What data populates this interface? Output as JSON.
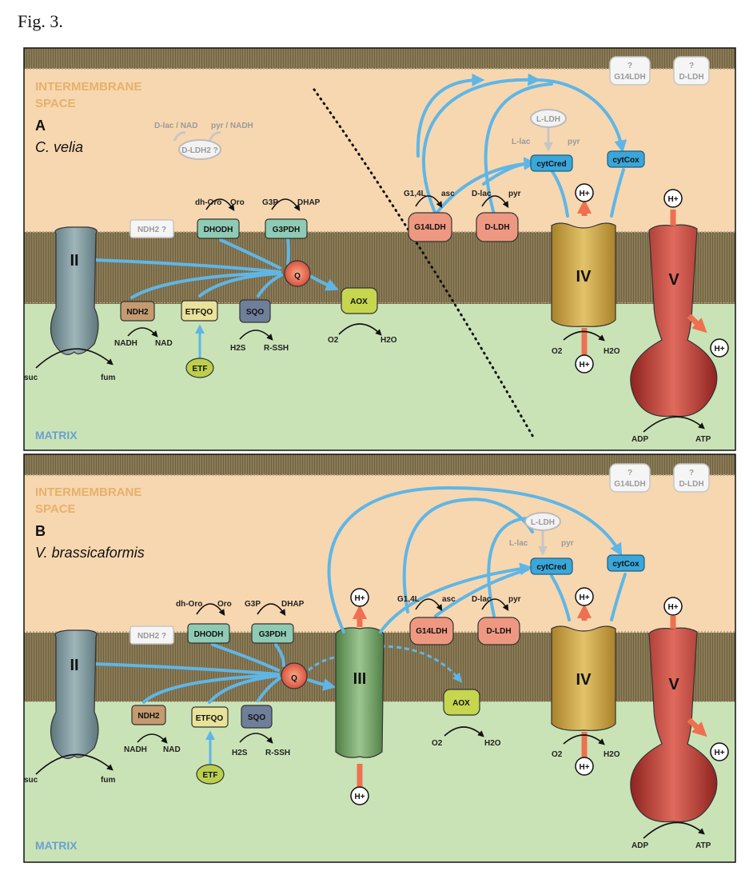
{
  "figure": {
    "label": "Fig. 3.",
    "colors": {
      "membrane": "#8a7a55",
      "intermembrane_space": "#f7d7b0",
      "matrix": "#c9e3b7",
      "electron_flow": "#5fb6e6",
      "proton_flow": "#ee7050",
      "complex_II": "#7f9ba1",
      "complex_III": "#6c9e60",
      "complex_IV": "#c9a23a",
      "complex_V": "#c13a33"
    }
  },
  "panels": [
    {
      "letter": "A",
      "species": "C. velia",
      "ims_label": [
        "INTERMEMBRANE",
        "SPACE"
      ],
      "matrix_label": "MATRIX",
      "ghosts": {
        "dldh2": {
          "name": "D-LDH2 ?",
          "substrates": [
            "D-lac / NAD",
            "pyr / NADH"
          ]
        },
        "ndh2q": "NDH2 ?",
        "g14ldh_q": [
          "?",
          "G14LDH"
        ],
        "dldh_q": [
          "?",
          "D-LDH"
        ],
        "lldh": {
          "name": "L-LDH",
          "substrates": [
            "L-lac",
            "pyr"
          ]
        }
      },
      "enzymes": {
        "dhodh": {
          "name": "DHODH",
          "in": "dh-Oro",
          "out": "Oro"
        },
        "g3pdh": {
          "name": "G3PDH",
          "in": "G3P",
          "out": "DHAP"
        },
        "ndh2": {
          "name": "NDH2",
          "in": "NADH",
          "out": "NAD"
        },
        "etfqo": "ETFQO",
        "etf": "ETF",
        "sqo": {
          "name": "SQO",
          "in": "H2S",
          "out": "R-SSH"
        },
        "q": "Q",
        "aox": {
          "name": "AOX",
          "in": "O2",
          "out": "H2O"
        },
        "g14ldh": {
          "name": "G14LDH",
          "in": "G1,4L",
          "out": "asc"
        },
        "dldh": {
          "name": "D-LDH",
          "in": "D-lac",
          "out": "pyr"
        },
        "cytc_red": "cytCred",
        "cytc_ox": "cytCox"
      },
      "complexes": {
        "ii": {
          "name": "II",
          "in": "suc",
          "out": "fum"
        },
        "iv": {
          "name": "IV",
          "in": "O2",
          "out": "H2O"
        },
        "v": {
          "name": "V",
          "in": "ADP",
          "out": "ATP"
        }
      },
      "proton": "H+"
    },
    {
      "letter": "B",
      "species": "V. brassicaformis",
      "ims_label": [
        "INTERMEMBRANE",
        "SPACE"
      ],
      "matrix_label": "MATRIX",
      "ghosts": {
        "ndh2q": "NDH2 ?",
        "g14ldh_q": [
          "?",
          "G14LDH"
        ],
        "dldh_q": [
          "?",
          "D-LDH"
        ],
        "lldh": {
          "name": "L-LDH",
          "substrates": [
            "L-lac",
            "pyr"
          ]
        }
      },
      "enzymes": {
        "dhodh": {
          "name": "DHODH",
          "in": "dh-Oro",
          "out": "Oro"
        },
        "g3pdh": {
          "name": "G3PDH",
          "in": "G3P",
          "out": "DHAP"
        },
        "ndh2": {
          "name": "NDH2",
          "in": "NADH",
          "out": "NAD"
        },
        "etfqo": "ETFQO",
        "etf": "ETF",
        "sqo": {
          "name": "SQO",
          "in": "H2S",
          "out": "R-SSH"
        },
        "q": "Q",
        "aox": {
          "name": "AOX",
          "in": "O2",
          "out": "H2O"
        },
        "g14ldh": {
          "name": "G14LDH",
          "in": "G1,4L",
          "out": "asc"
        },
        "dldh": {
          "name": "D-LDH",
          "in": "D-lac",
          "out": "pyr"
        },
        "cytc_red": "cytCred",
        "cytc_ox": "cytCox"
      },
      "complexes": {
        "ii": {
          "name": "II",
          "in": "suc",
          "out": "fum"
        },
        "iii": {
          "name": "III"
        },
        "iv": {
          "name": "IV",
          "in": "O2",
          "out": "H2O"
        },
        "v": {
          "name": "V",
          "in": "ADP",
          "out": "ATP"
        }
      },
      "proton": "H+"
    }
  ]
}
